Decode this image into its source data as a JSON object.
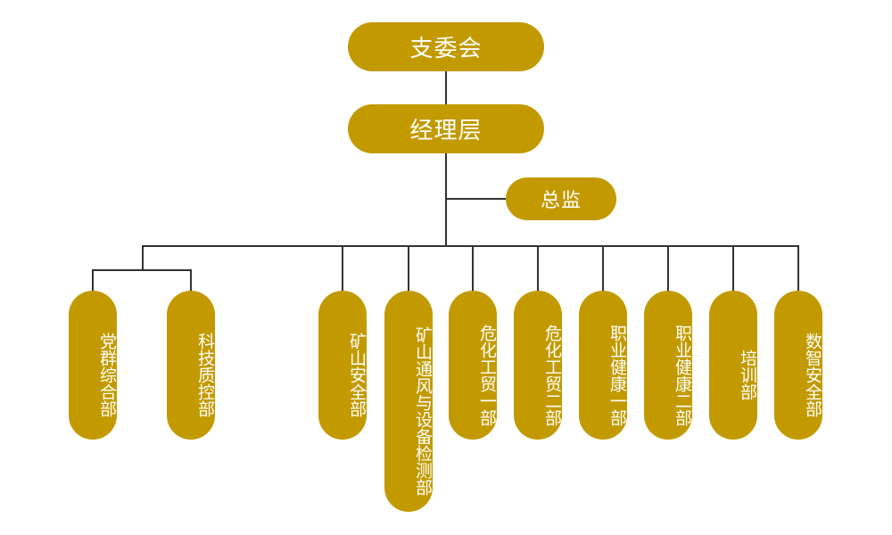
{
  "title": "组织架构",
  "colors": {
    "node": "#c29a00",
    "node_text": "#ffffff",
    "connector": "#333333"
  },
  "top": {
    "committee": "支委会",
    "management": "经理层",
    "director": "总监"
  },
  "departments": [
    {
      "name": "党群综合部",
      "group": "sub"
    },
    {
      "name": "科技质控部",
      "group": "sub"
    },
    {
      "name": "矿山安全部",
      "group": "main"
    },
    {
      "name": "矿山通风与设备检测部",
      "group": "main"
    },
    {
      "name": "危化工贸一部",
      "group": "main"
    },
    {
      "name": "危化工贸二部",
      "group": "main"
    },
    {
      "name": "职业健康一部",
      "group": "main"
    },
    {
      "name": "职业健康二部",
      "group": "main"
    },
    {
      "name": "培训部",
      "group": "main"
    },
    {
      "name": "数智安全部",
      "group": "main"
    }
  ]
}
